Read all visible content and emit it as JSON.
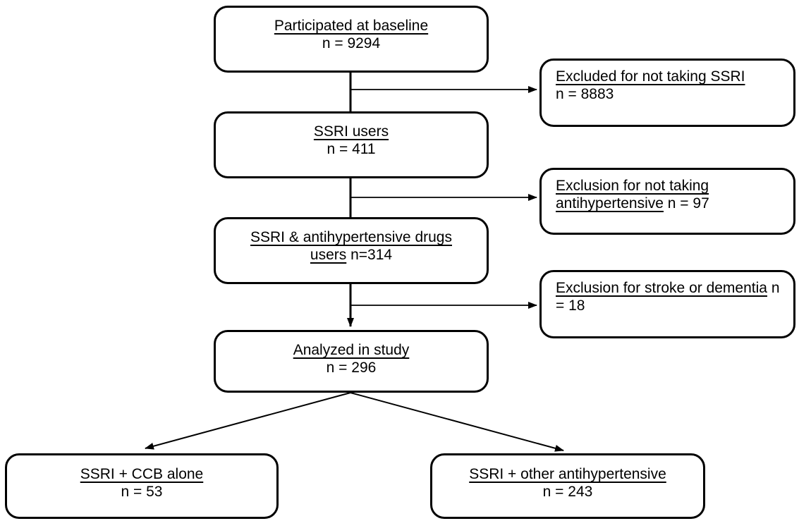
{
  "figure": {
    "type": "participant-flow-diagram",
    "background_color": "#ffffff",
    "line_color": "#000000",
    "text_color": "#000000",
    "main_boxes": [
      {
        "label": "Participated at baseline",
        "count": "n = 9294"
      },
      {
        "label": "SSRI users",
        "count": "n = 411"
      },
      {
        "label": "SSRI & antihypertensive drugs users",
        "count": "n=314"
      },
      {
        "label": "Analyzed in study",
        "count": "n = 296"
      }
    ],
    "exclusion_boxes": [
      {
        "label": "Excluded for not taking SSRI",
        "count": "n = 8883"
      },
      {
        "label": "Exclusion for not taking antihypertensive",
        "count": "n = 97"
      },
      {
        "label": "Exclusion for stroke or dementia",
        "count": "n = 18"
      }
    ],
    "outcome_boxes": [
      {
        "label": "SSRI + CCB alone",
        "count": "n = 53"
      },
      {
        "label": "SSRI + other antihypertensive",
        "count": "n = 243"
      }
    ]
  }
}
